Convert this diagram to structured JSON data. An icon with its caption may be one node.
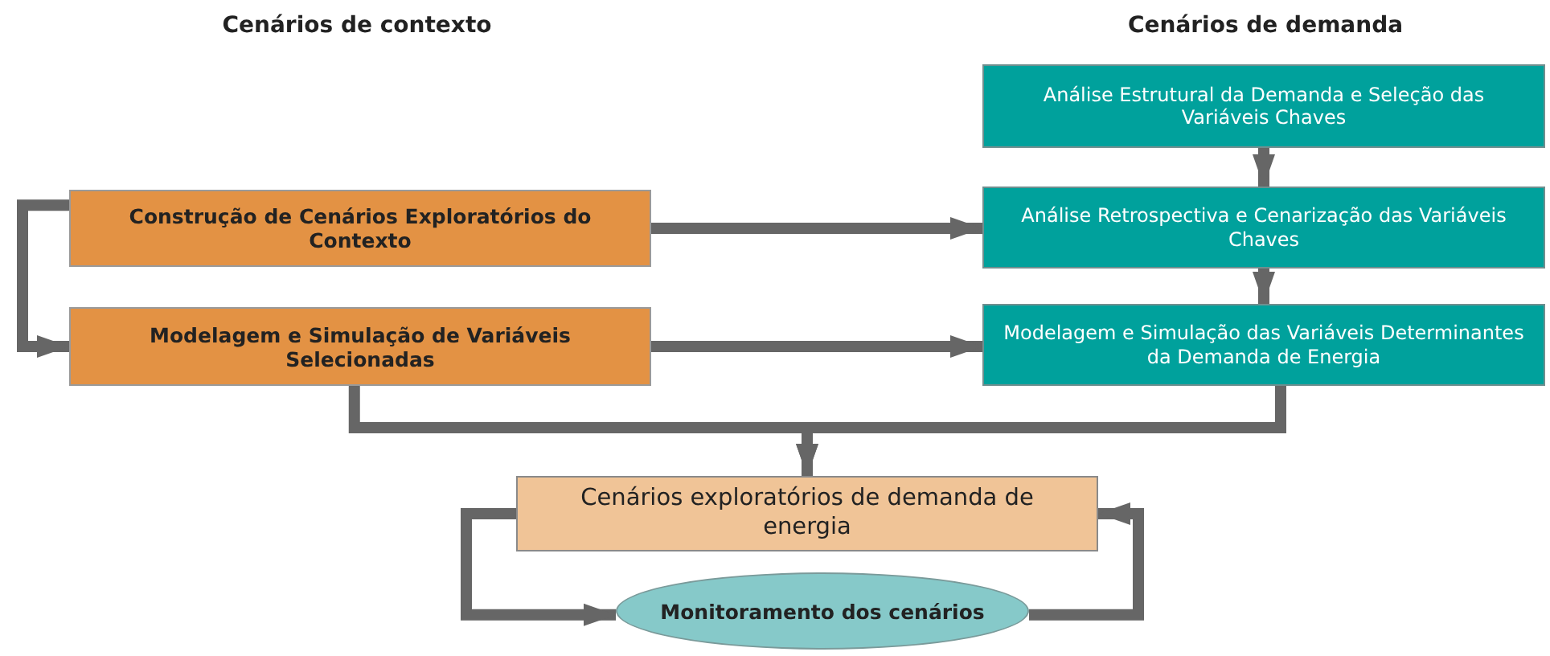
{
  "diagram": {
    "nodes": [
      {
        "text": [
          "Construção de Cenários Exploratórios do Contexto"
        ]
      },
      {
        "text": [
          "Modelagem e Simulação de Variáveis Selecionadas"
        ]
      },
      {
        "text": [
          "Análise Estrutural da Demanda e Seleção das Variáveis Chaves"
        ]
      },
      {
        "text": [
          "Análise Retrospectiva e Cenarização das Variáveis Chaves"
        ]
      },
      {
        "text": [
          "Modelagem e Simulação das Variáveis Determinantes da Demanda de Energia"
        ]
      },
      {
        "text": [
          "Cenários exploratórios de demanda de energia"
        ]
      },
      {
        "text": [
          "Monitoramento dos cenários"
        ]
      }
    ],
    "edges": [
      {
        "from": 0,
        "to": 1,
        "arrow": "to"
      },
      {
        "from": 0,
        "to": 3,
        "arrow": "to"
      },
      {
        "from": 1,
        "to": 4,
        "arrow": "to"
      },
      {
        "from": 2,
        "to": 3,
        "arrow": "to"
      },
      {
        "from": 3,
        "to": 4,
        "arrow": "to"
      },
      {
        "from": 1,
        "to": 5,
        "arrow": "to"
      },
      {
        "from": 4,
        "to": 5,
        "arrow": "to"
      },
      {
        "from": 5,
        "to": 6,
        "arrow": "to"
      },
      {
        "from": 6,
        "to": 5,
        "arrow": "to"
      }
    ],
    "labels": [
      "Cenários de contexto",
      "Cenários de demanda"
    ]
  }
}
